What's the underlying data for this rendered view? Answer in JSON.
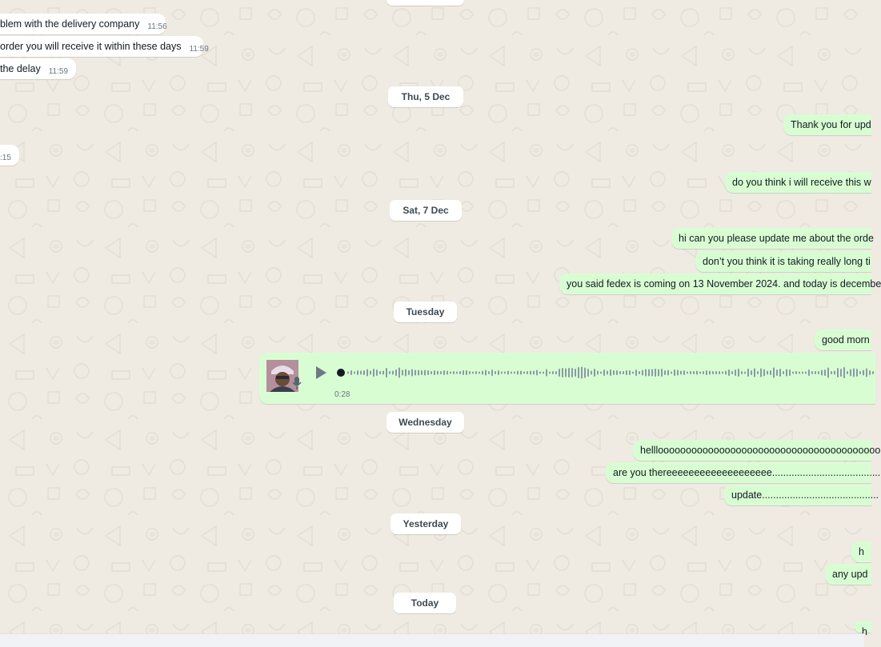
{
  "incoming": [
    {
      "text": "blem with the delivery company",
      "time": "11:56"
    },
    {
      "text": "order you will receive it within these days",
      "time": "11:59"
    },
    {
      "text": " the delay",
      "time": "11:59"
    },
    {
      "text": "",
      "time": ":15"
    }
  ],
  "dividers": {
    "thu": "Thu, 5 Dec",
    "sat": "Sat, 7 Dec",
    "tue": "Tuesday",
    "wed": "Wednesday",
    "yesterday": "Yesterday",
    "today": "Today"
  },
  "outgoing": [
    "Thank you for upd",
    "do you think i will receive this w",
    "hi can you please update me about the orde",
    "don’t you think it is taking really long ti",
    "you said fedex is coming on 13 November 2024. and today is decembe",
    "good morn",
    "hellloooooooooooooooooooooooooooooooooooooooo",
    "are you thereeeeeeeeeeeeeeeeeee.......................................",
    "update..........................................",
    "h",
    "any upd",
    "h"
  ],
  "voice": {
    "duration": "0:28",
    "progress": 0,
    "avatar": "user-avatar",
    "icons": [
      "play-icon",
      "microphone-icon"
    ]
  },
  "colors": {
    "background": "#efeae2",
    "incoming_bubble": "#ffffff",
    "outgoing_bubble": "#d9fdd3",
    "timestamp": "#667781"
  }
}
